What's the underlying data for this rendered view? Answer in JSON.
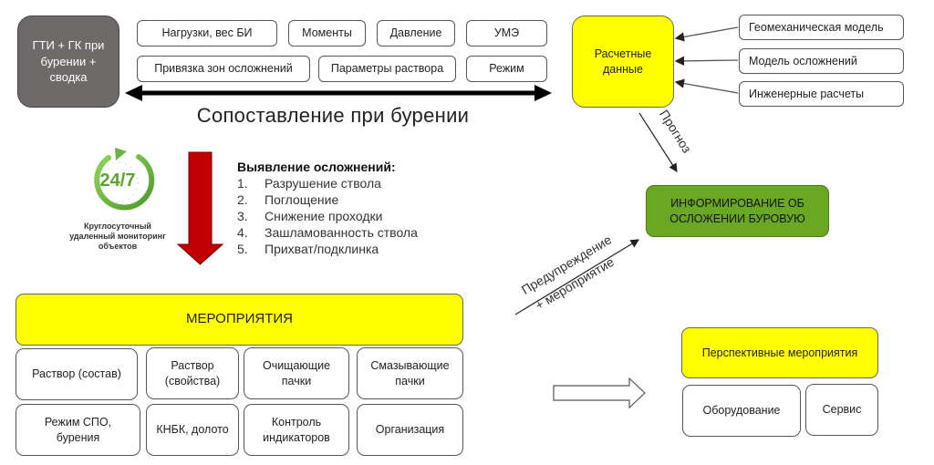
{
  "source_box": {
    "label": "ГТИ + ГК при бурении + сводка"
  },
  "parameters": {
    "row1": [
      "Нагрузки, вес БИ",
      "Моменты",
      "Давление",
      "УМЭ"
    ],
    "row2": [
      "Привязка зон осложнений",
      "Параметры раствора",
      "Режим"
    ]
  },
  "comparison_label": "Сопоставление при бурении",
  "calculated_data": {
    "label": "Расчетные данные",
    "inputs": [
      "Геомеханическая модель",
      "Модель осложнений",
      "Инженерные расчеты"
    ]
  },
  "forecast_label": "Прогноз",
  "informing_box": {
    "label": "ИНФОРМИРОВАНИЕ ОБ ОСЛОЖЕНИИ БУРОВУЮ"
  },
  "monitoring": {
    "badge": "24/7",
    "caption": "Круглосуточный удаленный мониторинг объектов"
  },
  "detection": {
    "title": "Выявление осложнений:",
    "items": [
      {
        "num": "1.",
        "text": "Разрушение ствола"
      },
      {
        "num": "2.",
        "text": "Поглощение"
      },
      {
        "num": "3.",
        "text": "Снижение проходки"
      },
      {
        "num": "4.",
        "text": "Зашламованность ствола"
      },
      {
        "num": "5.",
        "text": "Прихват/подклинка"
      }
    ]
  },
  "warning_label": {
    "line1": "Предупреждение",
    "line2": "+ мероприятие"
  },
  "measures": {
    "title": "МЕРОПРИЯТИЯ",
    "row1": [
      "Раствор (состав)",
      "Раствор (свойства)",
      "Очищающие пачки",
      "Смазывающие пачки"
    ],
    "row2": [
      "Режим СПО, бурения",
      "КНБК, долото",
      "Контроль индикаторов",
      "Организация"
    ]
  },
  "prospective": {
    "title": "Перспективные мероприятия",
    "items": [
      "Оборудование",
      "Сервис"
    ]
  },
  "colors": {
    "yellow": "#ffff00",
    "green": "#6aa823",
    "gray": "#6e6a6a",
    "red_arrow": "#c00000",
    "badge_green": "#6cb33f"
  }
}
